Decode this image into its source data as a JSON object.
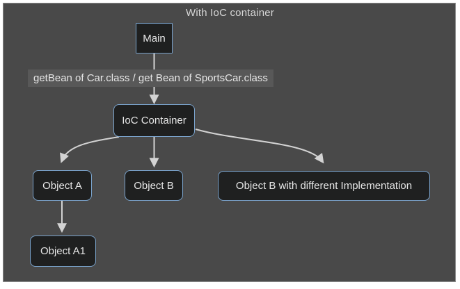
{
  "diagram": {
    "title": "With IoC container",
    "nodes": {
      "main": "Main",
      "ioc": "IoC Container",
      "object_a": "Object A",
      "object_b": "Object B",
      "object_b_impl": "Object B with different Implementation",
      "object_a1": "Object A1"
    },
    "edge_label": "getBean of Car.class / get Bean of SportsCar.class",
    "edges": [
      {
        "from": "Main",
        "to": "IoC Container",
        "label": "getBean of Car.class / get Bean of SportsCar.class"
      },
      {
        "from": "IoC Container",
        "to": "Object A",
        "label": ""
      },
      {
        "from": "IoC Container",
        "to": "Object B",
        "label": ""
      },
      {
        "from": "IoC Container",
        "to": "Object B with different Implementation",
        "label": ""
      },
      {
        "from": "Object A",
        "to": "Object A1",
        "label": ""
      }
    ],
    "colors": {
      "page_bg": "#ffffff",
      "canvas_bg": "#494949",
      "node_fill": "#1f2020",
      "node_border": "#7aa3cc",
      "node_text": "#e6e6e6",
      "line": "#d3d3d3",
      "label_bg": "#585858",
      "label_text": "#e6e6e6",
      "title_text": "#d6d6d6"
    }
  }
}
